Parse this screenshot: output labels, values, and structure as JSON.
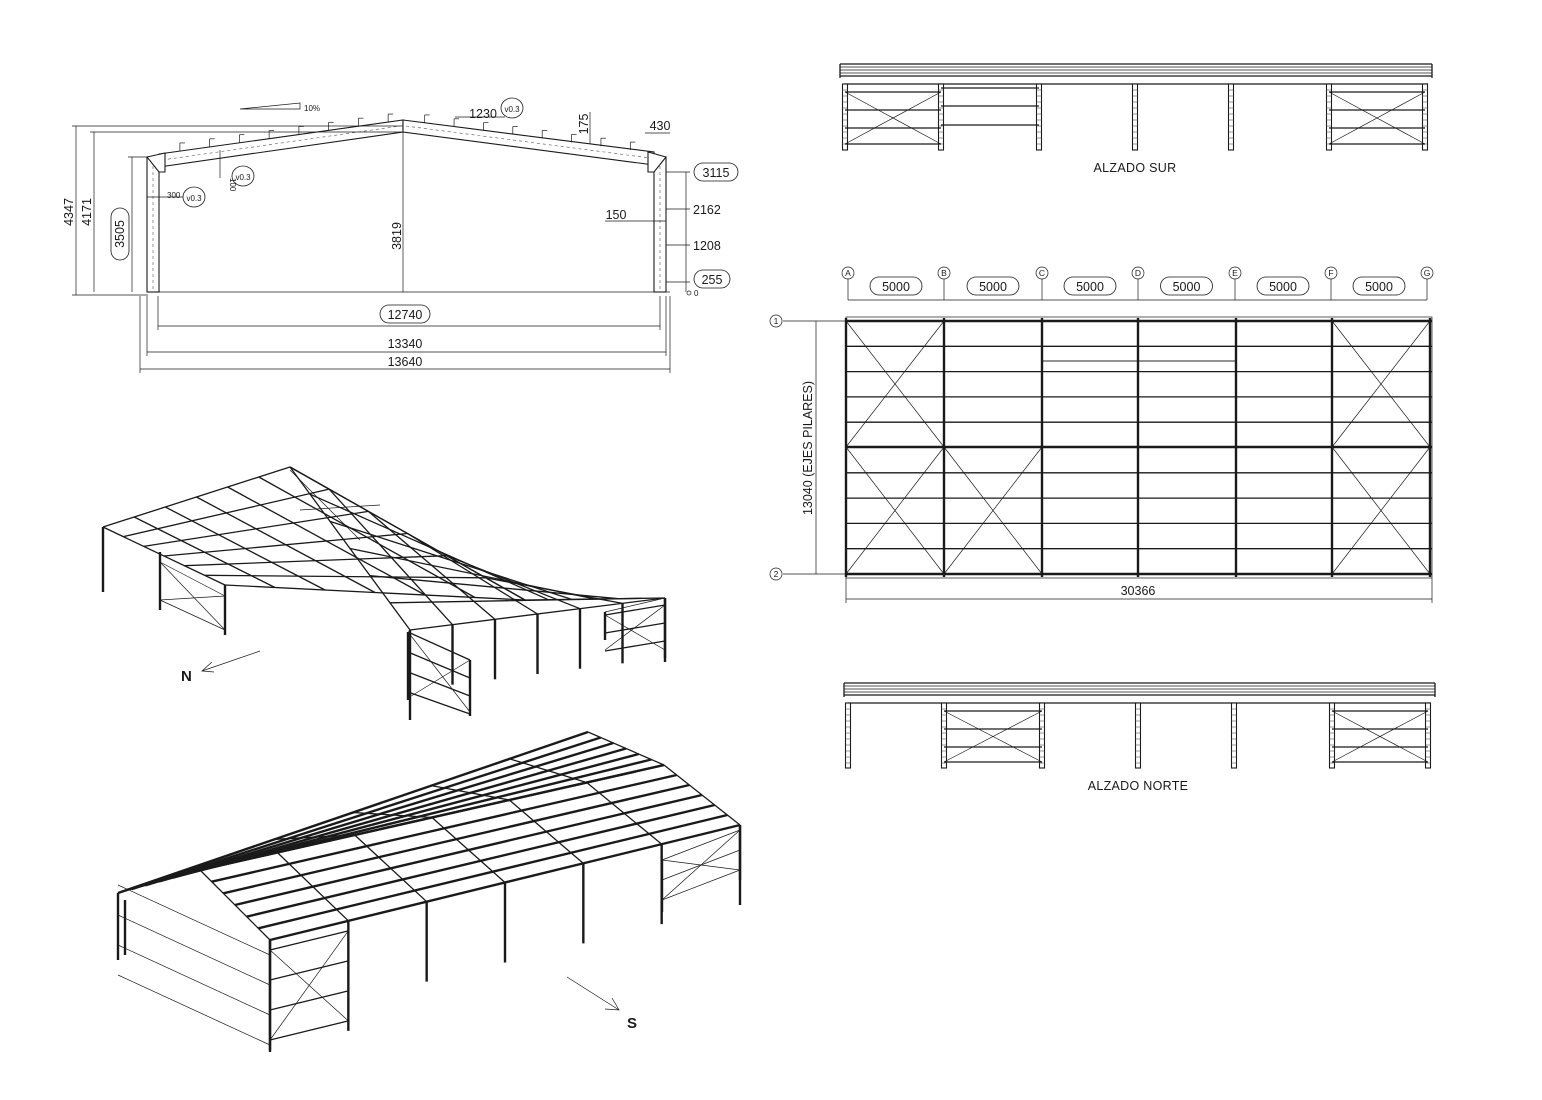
{
  "section": {
    "slope_label": "10%",
    "dims_vertical": [
      "4347",
      "4171",
      "3505",
      "3819"
    ],
    "dims_horizontal": [
      "12740",
      "13340",
      "13640"
    ],
    "top_dims": [
      "1230",
      "175",
      "430"
    ],
    "callouts": [
      "v0.3",
      "v0.3",
      "v0.3"
    ],
    "small_labels": [
      "300",
      "100"
    ],
    "right_levels": [
      "3115",
      "2162",
      "1208",
      "255"
    ],
    "right_offset": "150",
    "zero_label": "0"
  },
  "alzado_sur": {
    "title": "ALZADO SUR"
  },
  "plan": {
    "axes": [
      "A",
      "B",
      "C",
      "D",
      "E",
      "F",
      "G"
    ],
    "bays": [
      "5000",
      "5000",
      "5000",
      "5000",
      "5000",
      "5000"
    ],
    "rows": [
      "1",
      "2"
    ],
    "total_width": "30366",
    "side_dim": "13040 (EJES PILARES)"
  },
  "alzado_norte": {
    "title": "ALZADO NORTE"
  },
  "iso_north": {
    "label": "N"
  },
  "iso_south": {
    "label": "S"
  }
}
